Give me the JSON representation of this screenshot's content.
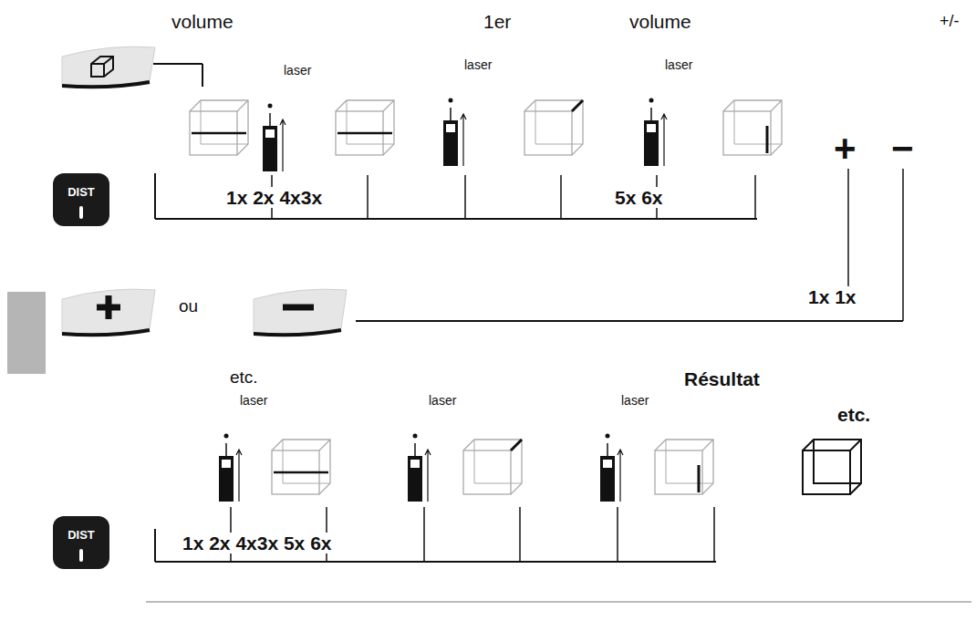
{
  "diagram": {
    "nodes": [
      {
        "text": [
          "DIST"
        ]
      },
      {
        "text": [
          "DIST"
        ]
      }
    ],
    "labels": [
      "volume",
      "1er",
      "volume",
      "+/-",
      "laser",
      "laser",
      "laser",
      "1x 2x 4x3x",
      "5x 6x",
      "+",
      "−",
      "1x 1x",
      "ou",
      "etc.",
      "Résultat",
      "etc.",
      "laser",
      "laser",
      "laser",
      "1x 2x 4x3x 5x 6x"
    ]
  }
}
